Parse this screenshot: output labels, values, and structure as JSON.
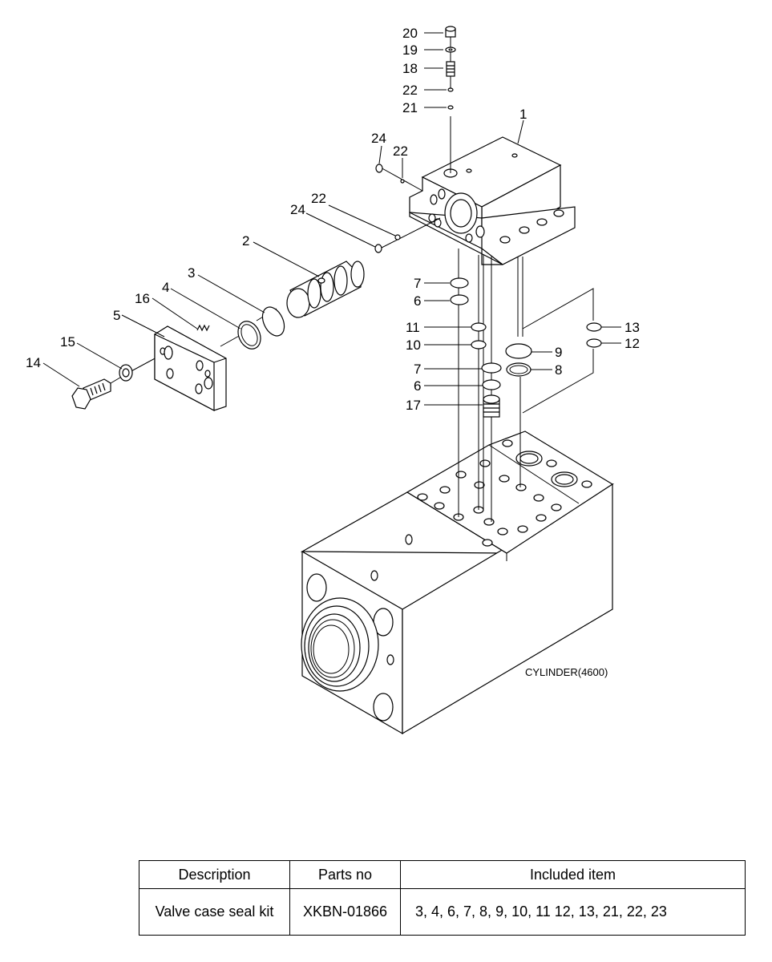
{
  "diagram": {
    "callouts": {
      "p1": "1",
      "p2": "2",
      "p3": "3",
      "p4": "4",
      "p5": "5",
      "p6a": "6",
      "p6b": "6",
      "p7a": "7",
      "p7b": "7",
      "p8": "8",
      "p9": "9",
      "p10": "10",
      "p11": "11",
      "p12": "12",
      "p13": "13",
      "p14": "14",
      "p15": "15",
      "p16": "16",
      "p17": "17",
      "p18": "18",
      "p19": "19",
      "p20": "20",
      "p21": "21",
      "p22a": "22",
      "p22b": "22",
      "p22c": "22",
      "p24a": "24",
      "p24b": "24"
    },
    "cylinder_label": "CYLINDER(4600)"
  },
  "table": {
    "headers": {
      "description": "Description",
      "parts_no": "Parts no",
      "included": "Included item"
    },
    "rows": [
      {
        "description": "Valve case seal kit",
        "parts_no": "XKBN-01866",
        "included": "3, 4, 6, 7, 8, 9, 10, 11 12, 13, 21, 22, 23"
      }
    ]
  }
}
